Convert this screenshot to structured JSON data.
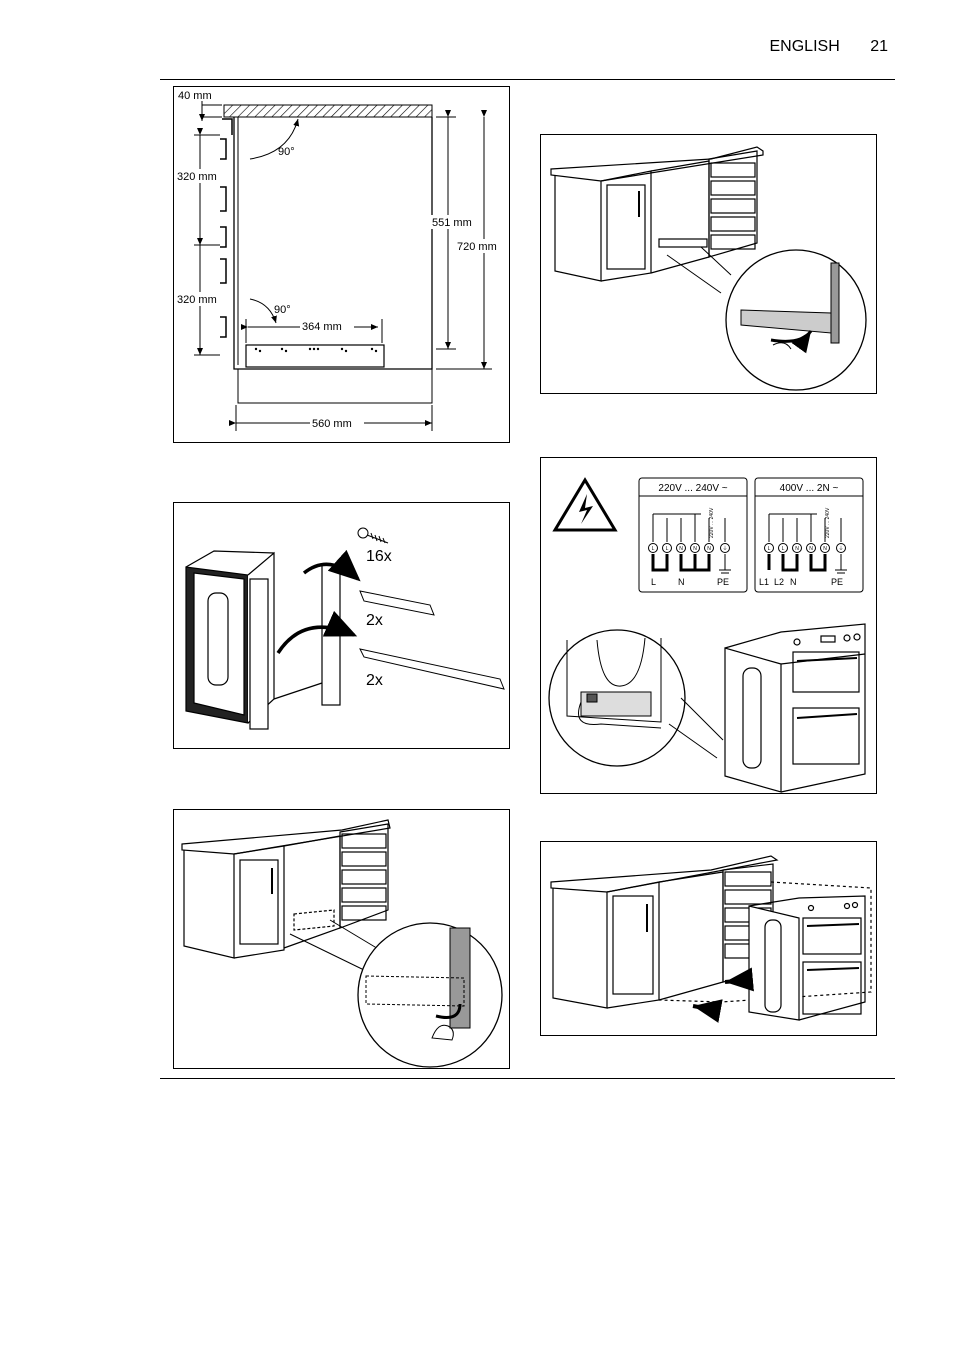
{
  "header": {
    "language": "ENGLISH",
    "page_number": "21"
  },
  "panel_dimensions": {
    "top_gap": "40 mm",
    "rail_spacing_upper": "320 mm",
    "rail_spacing_lower": "320 mm",
    "angle_upper": "90°",
    "angle_lower": "90°",
    "bracket_width": "364 mm",
    "inner_height": "551 mm",
    "total_height": "720 mm",
    "cabinet_width": "560 mm"
  },
  "panel_parts": {
    "screws_qty": "16x",
    "short_rail_qty": "2x",
    "long_rail_qty": "2x"
  },
  "panel_wiring": {
    "box1_title": "220V ... 240V ~",
    "box1_labels": [
      "L",
      "N",
      "PE"
    ],
    "box1_terminals": [
      "L",
      "L",
      "N",
      "N",
      "N",
      "⏚"
    ],
    "box1_rotated": "220V ... 240V",
    "box2_title": "400V ... 2N ~",
    "box2_labels": [
      "L1",
      "L2",
      "N",
      "PE"
    ],
    "box2_terminals": [
      "L",
      "L",
      "N",
      "N",
      "N",
      "⏚"
    ],
    "box2_rotated": "220V ... 240V"
  }
}
